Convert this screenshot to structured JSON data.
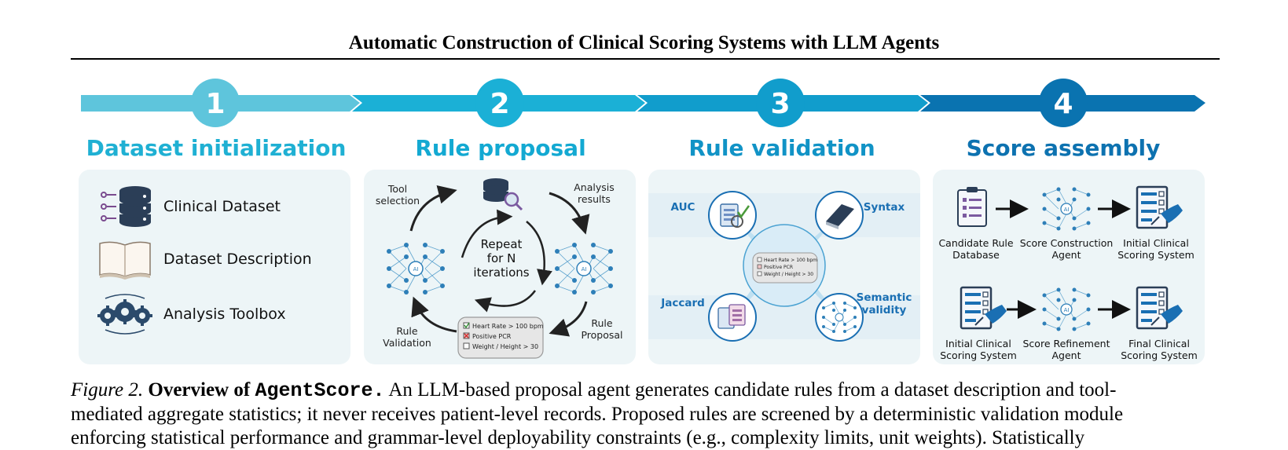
{
  "header": {
    "title": "Automatic Construction of Clinical Scoring Systems with LLM Agents"
  },
  "colors": {
    "stage1": "#5ec5dc",
    "stage2": "#1bb0d6",
    "stage3": "#119dcc",
    "stage4": "#0a73b0",
    "panel_bg": "#edf5f7"
  },
  "stages": [
    {
      "number": "1",
      "title": "Dataset initialization"
    },
    {
      "number": "2",
      "title": "Rule proposal"
    },
    {
      "number": "3",
      "title": "Rule validation"
    },
    {
      "number": "4",
      "title": "Score assembly"
    }
  ],
  "dataset_panel": {
    "items": [
      {
        "label": "Clinical Dataset",
        "icon": "database-icon"
      },
      {
        "label": "Dataset Description",
        "icon": "book-icon"
      },
      {
        "label": "Analysis Toolbox",
        "icon": "gears-icon"
      }
    ]
  },
  "proposal_panel": {
    "tool_selection": [
      "Tool",
      "selection"
    ],
    "analysis_results": [
      "Analysis",
      "results"
    ],
    "repeat": [
      "Repeat",
      "for N",
      "iterations"
    ],
    "rule_validation": [
      "Rule",
      "Validation"
    ],
    "rule_proposal": [
      "Rule",
      "Proposal"
    ],
    "ai_label": "AI",
    "rules": [
      "Heart Rate > 100 bpm",
      "Positive PCR",
      "Weight / Height > 30"
    ]
  },
  "validation_panel": {
    "auc": "AUC",
    "syntax": "Syntax",
    "jaccard": "Jaccard",
    "semantic": [
      "Semantic",
      "validity"
    ]
  },
  "assembly_panel": {
    "row1": [
      [
        "Candidate Rule",
        "Database"
      ],
      [
        "Score Construction",
        "Agent"
      ],
      [
        "Initial Clinical",
        "Scoring System"
      ]
    ],
    "row2": [
      [
        "Initial Clinical",
        "Scoring System"
      ],
      [
        "Score Refinement",
        "Agent"
      ],
      [
        "Final Clinical",
        "Scoring System"
      ]
    ]
  },
  "caption": {
    "figure_label": "Figure 2.",
    "bold_lead": "Overview of",
    "mono_name": "AgentScore.",
    "line1": "An LLM-based proposal agent generates candidate rules from a dataset description and tool-",
    "line2": "mediated aggregate statistics; it never receives patient-level records. Proposed rules are screened by a deterministic validation module",
    "line3": "enforcing statistical performance and grammar-level deployability constraints (e.g., complexity limits, unit weights).  Statistically"
  }
}
